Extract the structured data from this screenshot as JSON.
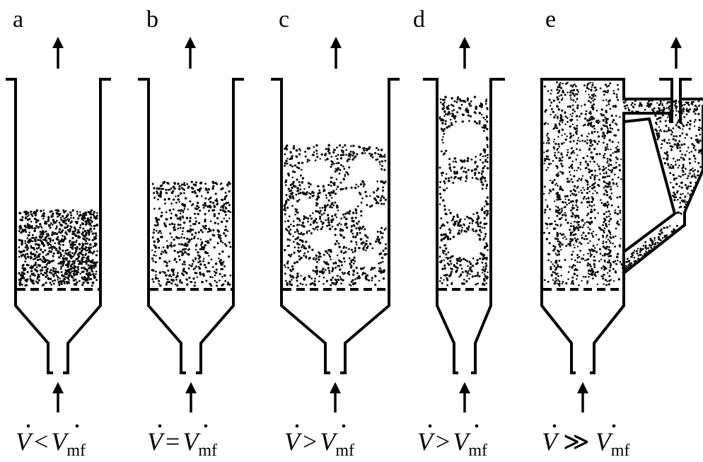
{
  "figure": {
    "panels": [
      {
        "id": "a",
        "letter": "a",
        "velocity": {
          "lhs": "V",
          "op": "<",
          "rhs": "V",
          "sub": "mf"
        }
      },
      {
        "id": "b",
        "letter": "b",
        "velocity": {
          "lhs": "V",
          "op": "=",
          "rhs": "V",
          "sub": "mf"
        }
      },
      {
        "id": "c",
        "letter": "c",
        "velocity": {
          "lhs": "V",
          "op": ">",
          "rhs": "V",
          "sub": "mf"
        }
      },
      {
        "id": "d",
        "letter": "d",
        "velocity": {
          "lhs": "V",
          "op": ">",
          "rhs": "V",
          "sub": "mf"
        }
      },
      {
        "id": "e",
        "letter": "e",
        "velocity": {
          "lhs": "V",
          "op": "≫",
          "rhs": "V",
          "sub": "mf"
        }
      }
    ]
  }
}
